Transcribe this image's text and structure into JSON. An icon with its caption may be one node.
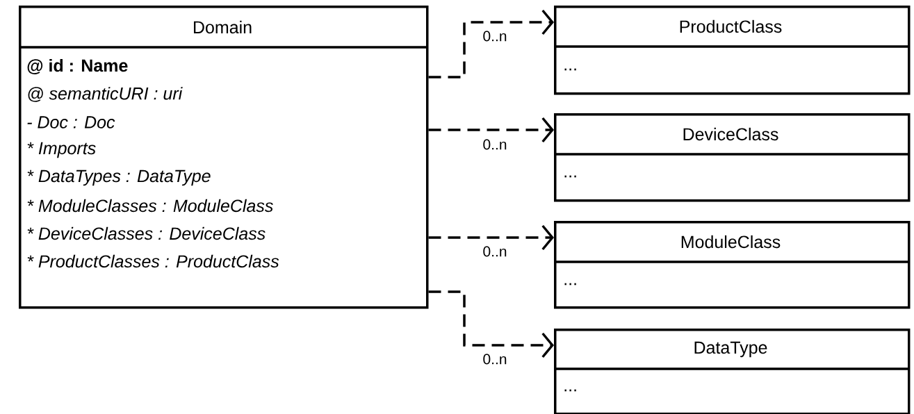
{
  "diagram": {
    "nodes": [
      {
        "text": [
          "Domain",
          "@ id : Name",
          "@ semanticURI : uri",
          "- Doc : Doc",
          "* Imports",
          "* DataTypes : DataType",
          "* ModuleClasses : ModuleClass",
          "* DeviceClasses : DeviceClass",
          "* ProductClasses : ProductClass"
        ]
      },
      {
        "text": [
          "ProductClass",
          "..."
        ]
      },
      {
        "text": [
          "DeviceClass",
          "..."
        ]
      },
      {
        "text": [
          "ModuleClass",
          "..."
        ]
      },
      {
        "text": [
          "DataType",
          "..."
        ]
      }
    ],
    "edges": [
      {
        "from": 0,
        "to": 1,
        "arrow": "to",
        "label": "0..n",
        "style": "dashed"
      },
      {
        "from": 0,
        "to": 2,
        "arrow": "to",
        "label": "0..n",
        "style": "dashed"
      },
      {
        "from": 0,
        "to": 3,
        "arrow": "to",
        "label": "0..n",
        "style": "dashed"
      },
      {
        "from": 0,
        "to": 4,
        "arrow": "to",
        "label": "0..n",
        "style": "dashed"
      }
    ]
  }
}
